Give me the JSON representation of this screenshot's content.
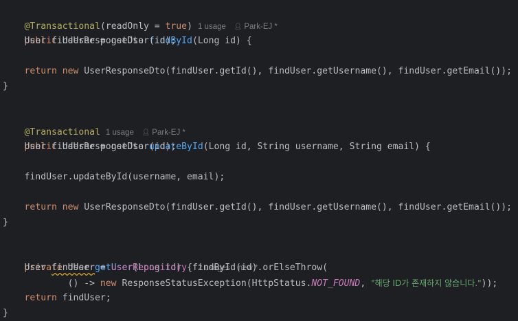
{
  "code": {
    "annotation_transactional_readonly": "@Transactional",
    "readonly_arg_open": "(readOnly = ",
    "true_kw": "true",
    "close_paren": ")",
    "annotation_transactional": "@Transactional",
    "kw_public": "public",
    "kw_private": "private",
    "kw_return": "return",
    "kw_new": "new",
    "type_user_response_dto": " UserResponseDto ",
    "fn_find_by_id": "findById",
    "params_find": "(Long id) {",
    "stmt_get_user": "    User findUser = getUser(id);",
    "return_ctor_args": " UserResponseDto(findUser.getId(), findUser.getUsername(), findUser.getEmail());",
    "close_brace": "}",
    "fn_update_by_id": "updateById",
    "params_update": "(Long id, String username, String email) {",
    "stmt_update_call": "    findUser.updateById(username, email);",
    "type_user": " User ",
    "fn_get_user": "getUser",
    "params_get_user": "(Long id) {",
    "user_decl_prefix": "    User ",
    "var_find_user": "findUser",
    "assign_op": " = ",
    "field_user_repository": "userRepository",
    "chain_find_by_id": ".findById(id).orElseThrow(",
    "lambda_prefix": "            () -> ",
    "exception_ctor": " ResponseStatusException(HttpStatus.",
    "const_not_found": "NOT_FOUND",
    "comma_space": ", ",
    "error_message": "\"해당 ID가 존재하지 않습니다.\"",
    "end_exception": "));",
    "return_find_user": " findUser;",
    "indent": "    "
  },
  "hints": {
    "usage_one": "1 usage",
    "usage_two": "2 usages",
    "author": "Park-EJ *",
    "author_new": "new *"
  },
  "colors": {
    "background": "#1e1f22",
    "keyword": "#cf8e6d",
    "annotation": "#b3ae60",
    "function": "#56a8f5",
    "field": "#c77dbb",
    "string": "#6aab73",
    "hint": "#7a7e85",
    "warning_underline": "#d4a32b"
  }
}
